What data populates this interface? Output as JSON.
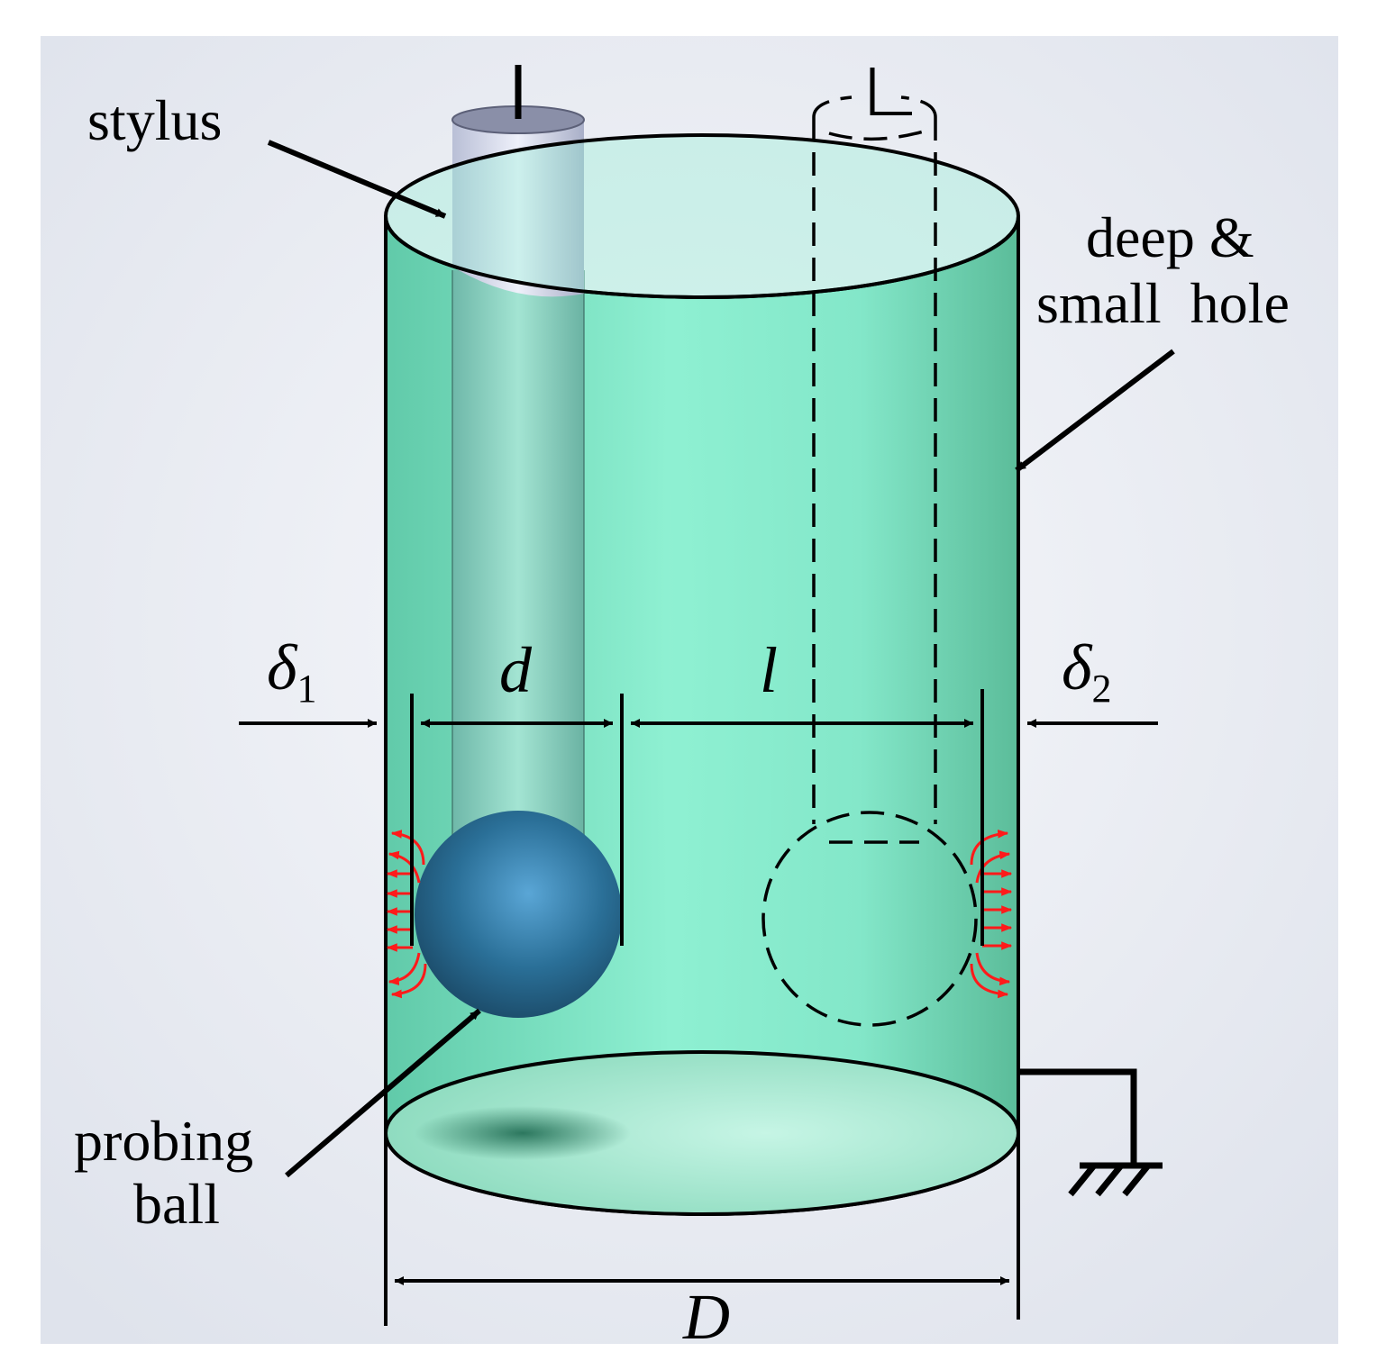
{
  "labels": {
    "stylus": "stylus",
    "hole_line1": "deep &",
    "hole_line2": "small  hole",
    "ball_line1": "probing",
    "ball_line2": "ball"
  },
  "symbols": {
    "delta": "δ",
    "delta1_sub": "1",
    "delta2_sub": "2",
    "d": "d",
    "l": "l",
    "D": "D"
  },
  "colors": {
    "hole_fill": "#7ee8c8",
    "stylus_fill": "#c7cbe0",
    "ball_fill": "#2a6f97",
    "field_arrows": "#ff1a1a",
    "lines": "#000000",
    "background": "#eef0f5"
  },
  "icons": [
    "ground-symbol-icon",
    "field-arrow-icon",
    "dimension-arrow-icon"
  ]
}
